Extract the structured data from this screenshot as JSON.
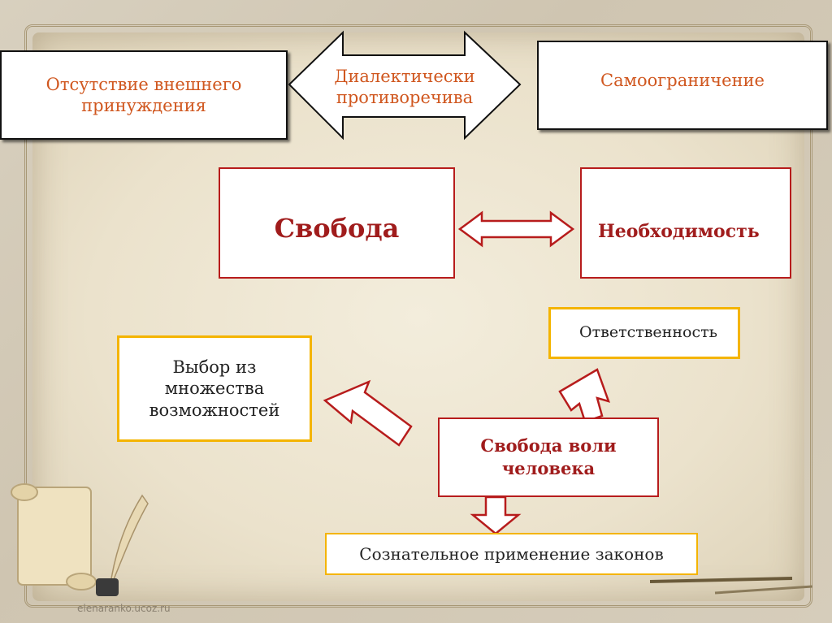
{
  "top": {
    "left_box": "Отсутствие внешнего принуждения",
    "center_arrow": "Диалектически противоречива",
    "right_box": "Самоограничение"
  },
  "middle": {
    "left_box": "Свобода",
    "right_box": "Необходимость"
  },
  "bottom": {
    "choice_box": "Выбор из множества возможностей",
    "responsibility_box": "Ответственность",
    "will_box": "Свобода воли человека",
    "laws_box": "Сознательное применение законов"
  },
  "watermark": "elenaranko.ucoz.ru",
  "colors": {
    "orange_text": "#d0571f",
    "dark_red": "#a01c1c",
    "box_red_border": "#b71c1c",
    "box_yellow_border": "#f4b400"
  }
}
